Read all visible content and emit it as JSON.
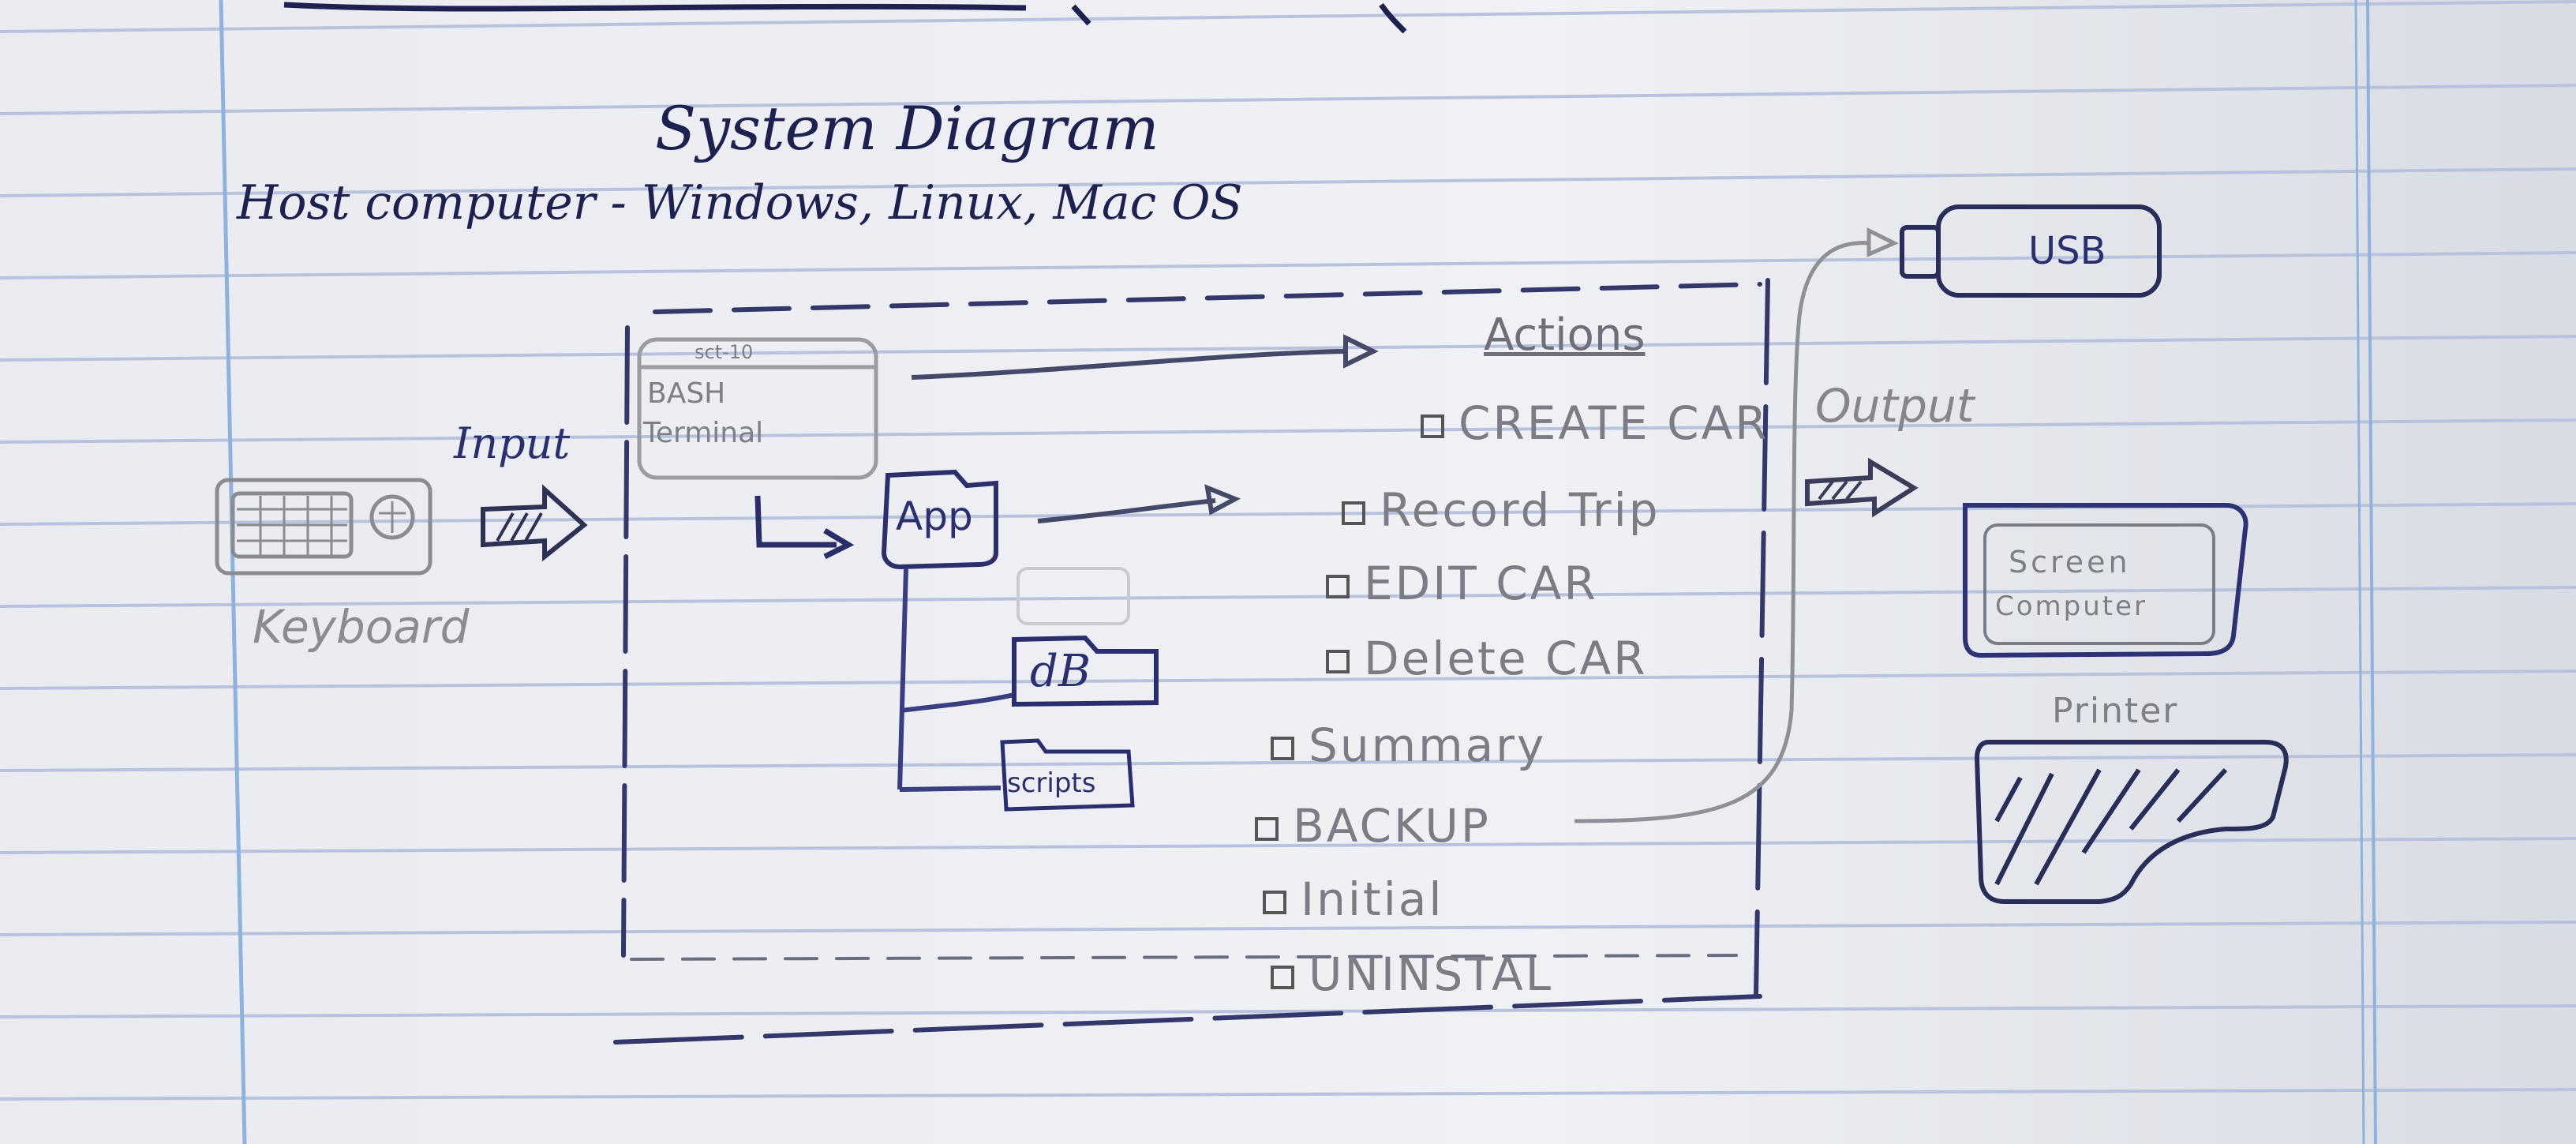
{
  "title": "System Diagram",
  "host_line": "Host computer - Windows, Linux, Mac OS",
  "input": {
    "label": "Input",
    "device": "Keyboard"
  },
  "terminal": {
    "tab": "sct-10",
    "line1": "BASH",
    "line2": "Terminal"
  },
  "app_label": "App",
  "db_label": "dB",
  "scripts_label": "scripts",
  "actions": {
    "title": "Actions",
    "items": [
      "CREATE CAR",
      "Record Trip",
      "EDIT CAR",
      "Delete CAR",
      "Summary",
      "BACKUP",
      "Initial",
      "UNINSTAL"
    ]
  },
  "output": {
    "label": "Output",
    "usb": "USB",
    "screen_line1": "Screen",
    "screen_line2": "Computer",
    "printer": "Printer"
  },
  "colors": {
    "ink": "#2b2f6e",
    "pencil": "#7d7f86",
    "paper": "#eef0f4",
    "rule": "#b8c2dd",
    "margin": "#8fb2dc"
  }
}
